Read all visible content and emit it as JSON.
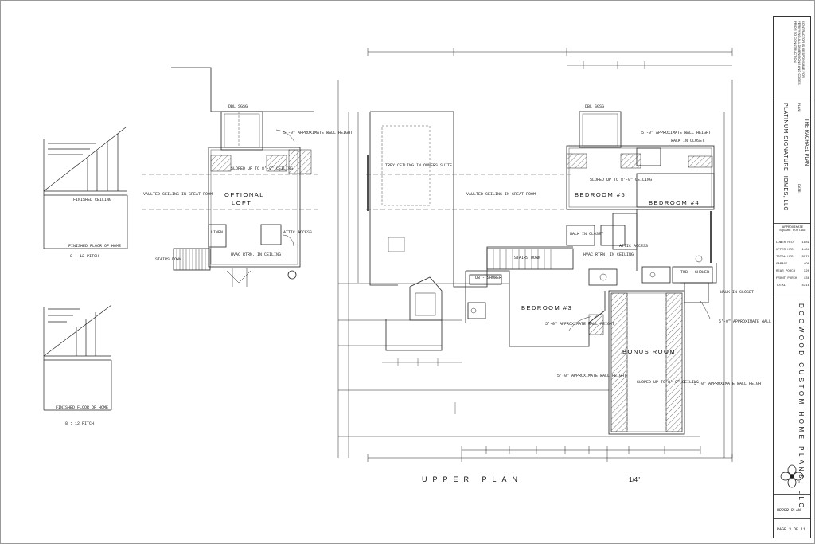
{
  "sheet": {
    "title": "UPPER PLAN",
    "scale": "1/4\""
  },
  "rooms": {
    "optional_loft": "OPTIONAL",
    "optional_loft_2": "LOFT",
    "bedroom_5": "BEDROOM #5",
    "bedroom_4": "BEDROOM #4",
    "bedroom_3": "BEDROOM #3",
    "bonus_room": "BONUS ROOM"
  },
  "notes": {
    "vaulted_ceiling_great_room": "VAULTED CEILING IN GREAT ROOM",
    "tray_ceiling_owners_suite": "TREY CEILING IN OWNERS SUITE",
    "stairs_down": "STAIRS DOWN",
    "hvac_return": "HVAC RTRN. IN CEILING",
    "attic_access": "ATTIC ACCESS",
    "wall_height": "5'-0\" APPROXIMATE WALL HEIGHT",
    "sloped_ceiling": "SLOPED UP TO 8'-0\" CEILING",
    "walk_in_closet": "WALK IN CLOSET",
    "tub_shower": "TUB - SHOWER",
    "linen": "LINEN",
    "dbl_sgsg": "DBL SGSG"
  },
  "sections": {
    "pitch_1": "8 : 12 PITCH",
    "pitch_2": "8 : 12 PITCH",
    "finished_ceiling": "FINISHED CEILING",
    "finished_floor": "FINISHED FLOOR OF HOME"
  },
  "title_block": {
    "company": "PLATINUM SIGNATURE HOMES, LLC",
    "plan_label": "PLAN:",
    "plan_name": "THE RACHAEL PLAN",
    "date_label": "DATE:",
    "footage_heading": "APPROXIMATE SQUARE FOOTAGE",
    "footage": [
      {
        "label": "LOWER HTD",
        "value": "1889"
      },
      {
        "label": "UPPER HTD",
        "value": "1481"
      },
      {
        "label": "TOTAL HTD",
        "value": "3370"
      },
      {
        "label": "GARAGE",
        "value": "490"
      },
      {
        "label": "REAR PORCH",
        "value": "320"
      },
      {
        "label": "FRONT PORCH",
        "value": "136"
      },
      {
        "label": "TOTAL",
        "value": "4316"
      }
    ],
    "designer": "DOGWOOD CUSTOM HOME PLANS, LLC",
    "sheet_name": "UPPER PLAN",
    "page": "PAGE 3 OF 11",
    "disclaimer": "CONTRACTOR IS RESPONSIBLE FOR VERIFYING ALL DIMENSIONS AND CODES PRIOR TO CONSTRUCTION"
  }
}
